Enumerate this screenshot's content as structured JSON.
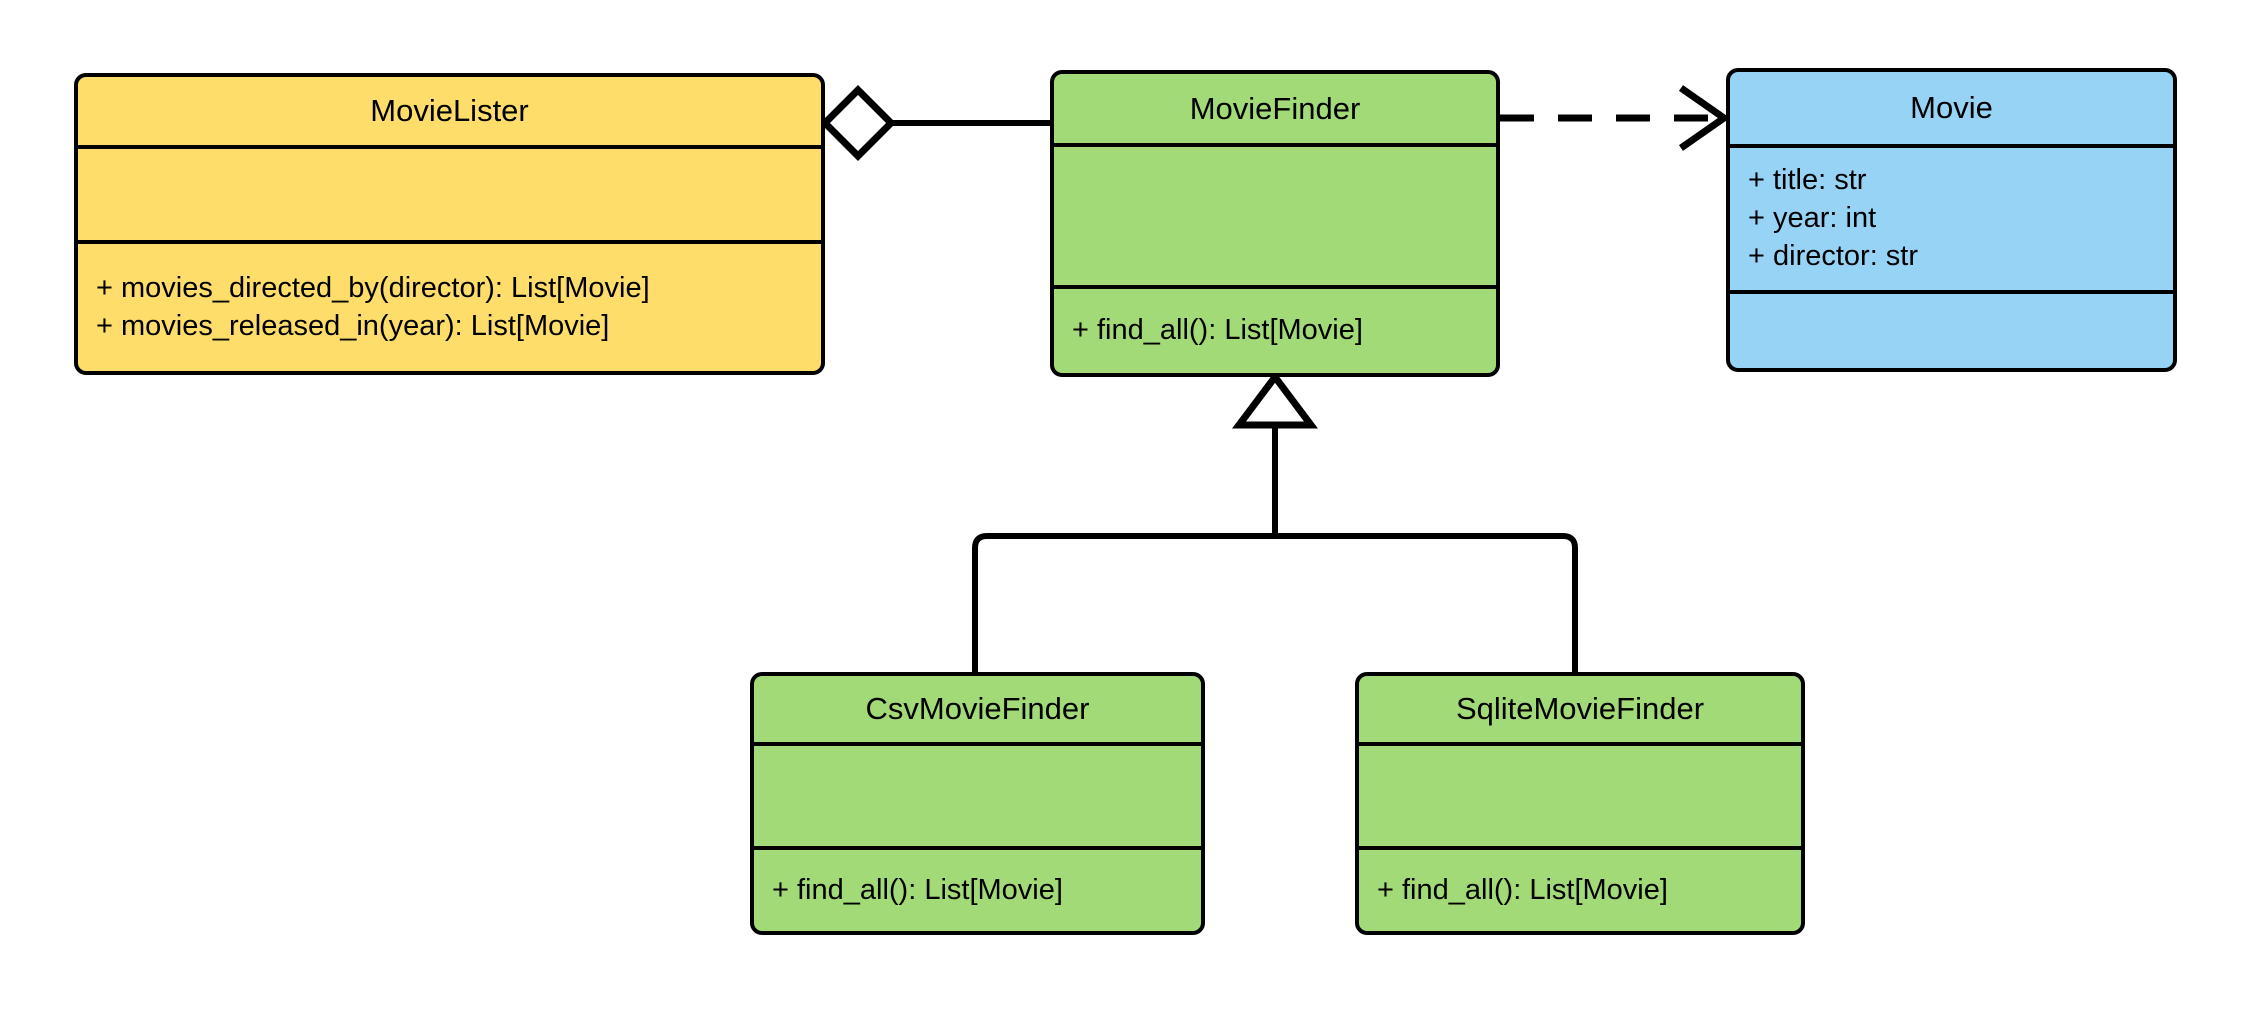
{
  "diagram": {
    "title": "UML Class Diagram",
    "kind": "uml-class-diagram",
    "background": "#ffffff",
    "line_color": "#000000"
  },
  "palette": {
    "yellow": "#ffdd6b",
    "green": "#a3da78",
    "blue": "#96d3f5",
    "stroke": "#000000",
    "white": "#ffffff"
  },
  "classes": [
    {
      "id": "movie-lister",
      "name": "MovieLister",
      "fill": "#ffdd6b",
      "attributes": [],
      "methods": [
        "+ movies_directed_by(director): List[Movie]",
        "+ movies_released_in(year): List[Movie]"
      ]
    },
    {
      "id": "movie-finder",
      "name": "MovieFinder",
      "fill": "#a3da78",
      "attributes": [],
      "methods": [
        "+ find_all(): List[Movie]"
      ]
    },
    {
      "id": "movie",
      "name": "Movie",
      "fill": "#96d3f5",
      "attributes": [
        "+ title: str",
        "+ year: int",
        "+ director: str"
      ],
      "methods": []
    },
    {
      "id": "csv-movie-finder",
      "name": "CsvMovieFinder",
      "fill": "#a3da78",
      "attributes": [],
      "methods": [
        "+ find_all(): List[Movie]"
      ]
    },
    {
      "id": "sqlite-movie-finder",
      "name": "SqliteMovieFinder",
      "fill": "#a3da78",
      "attributes": [],
      "methods": [
        "+ find_all(): List[Movie]"
      ]
    }
  ],
  "relationships": [
    {
      "id": "aggregation-lister-finder",
      "type": "aggregation",
      "source": "MovieLister",
      "target": "MovieFinder",
      "marker": "hollow-diamond",
      "line_style": "solid"
    },
    {
      "id": "dependency-finder-movie",
      "type": "dependency",
      "source": "MovieFinder",
      "target": "Movie",
      "marker": "open-arrow",
      "line_style": "dashed"
    },
    {
      "id": "generalization-csv-finder",
      "type": "generalization",
      "source": "CsvMovieFinder",
      "target": "MovieFinder",
      "marker": "hollow-triangle",
      "line_style": "solid"
    },
    {
      "id": "generalization-sqlite-finder",
      "type": "generalization",
      "source": "SqliteMovieFinder",
      "target": "MovieFinder",
      "marker": "hollow-triangle",
      "line_style": "solid"
    }
  ]
}
